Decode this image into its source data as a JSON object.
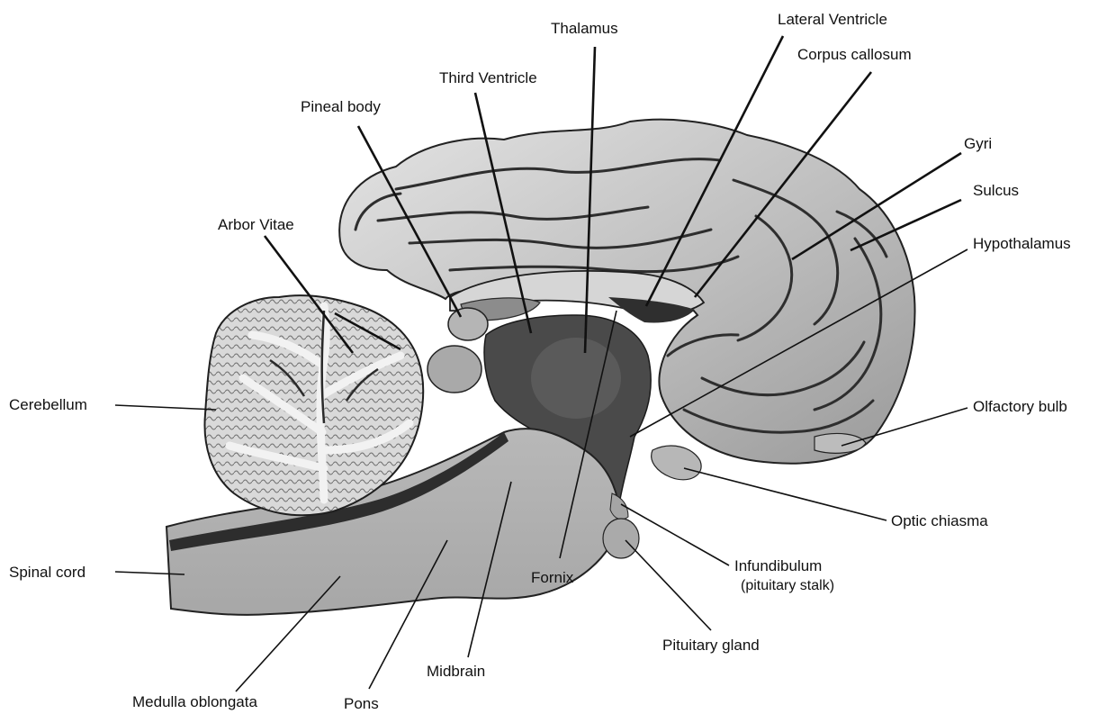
{
  "figure": {
    "labels": {
      "thalamus": "Thalamus",
      "lateral_ventricle": "Lateral Ventricle",
      "corpus_callosum": "Corpus callosum",
      "third_ventricle": "Third Ventricle",
      "pineal_body": "Pineal body",
      "gyri": "Gyri",
      "sulcus": "Sulcus",
      "arbor_vitae": "Arbor Vitae",
      "hypothalamus": "Hypothalamus",
      "cerebellum": "Cerebellum",
      "olfactory_bulb": "Olfactory bulb",
      "optic_chiasma": "Optic chiasma",
      "spinal_cord": "Spinal cord",
      "fornix": "Fornix",
      "infundibulum": "Infundibulum",
      "infundibulum_note": "(pituitary stalk)",
      "pituitary_gland": "Pituitary gland",
      "midbrain": "Midbrain",
      "medulla_oblongata": "Medulla oblongata",
      "pons": "Pons"
    },
    "colors": {
      "cortex_fill": "#c9c9c9",
      "sulcus_line": "#3a3a3a",
      "brainstem_fill": "#b4b4b4",
      "ventricle_fill": "#4a4a4a",
      "cerebellum_fill": "#dcdcdc",
      "ink": "#111111"
    }
  }
}
